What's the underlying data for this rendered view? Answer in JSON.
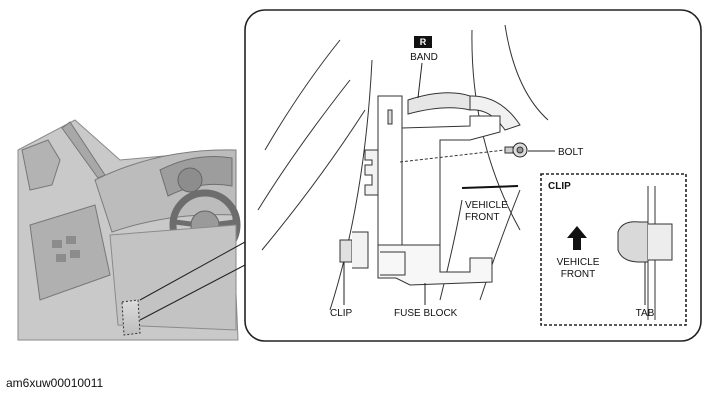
{
  "callout_badge": "R",
  "labels": {
    "band": "BAND",
    "bolt": "BOLT",
    "vehicle_front_main_1": "VEHICLE",
    "vehicle_front_main_2": "FRONT",
    "clip": "CLIP",
    "fuse_block": "FUSE BLOCK"
  },
  "inset": {
    "title": "CLIP",
    "vehicle_front_1": "VEHICLE",
    "vehicle_front_2": "FRONT",
    "tab": "TAB"
  },
  "figure_code": "am6xuw00010011"
}
